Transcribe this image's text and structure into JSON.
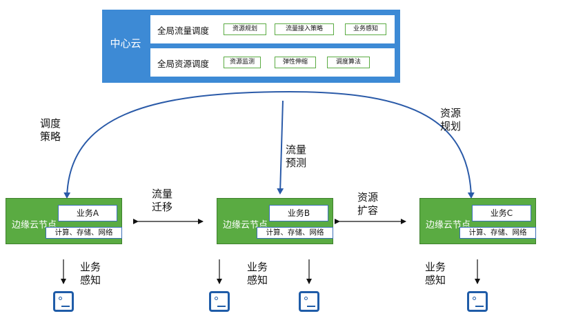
{
  "center": {
    "label": "中心云",
    "rows": [
      {
        "title": "全局流量调度",
        "tags": [
          "资源规划",
          "流量接入策略",
          "业务感知"
        ]
      },
      {
        "title": "全局资源调度",
        "tags": [
          "资源监测",
          "弹性伸缩",
          "调度算法"
        ]
      }
    ]
  },
  "arrows": {
    "left": "调度\n策略",
    "middle": "流量\n预测",
    "right": "资源\n规划",
    "migrate": "流量\n迁移",
    "scale": "资源\n扩容"
  },
  "nodes": [
    {
      "label": "边缘云节点",
      "service": "业务A",
      "resources": "计算、存储、网络"
    },
    {
      "label": "边缘云节点",
      "service": "业务B",
      "resources": "计算、存储、网络"
    },
    {
      "label": "边缘云节点",
      "service": "业务C",
      "resources": "计算、存储、网络"
    }
  ],
  "perception": {
    "left": "业务\n感知",
    "middle": "业务\n感知",
    "right": "业务\n感知"
  },
  "colors": {
    "cloud_blue": "#3d8ad5",
    "node_green": "#5aab42",
    "arrow_blue": "#2a5aa8",
    "device_blue": "#1f5ca8"
  }
}
